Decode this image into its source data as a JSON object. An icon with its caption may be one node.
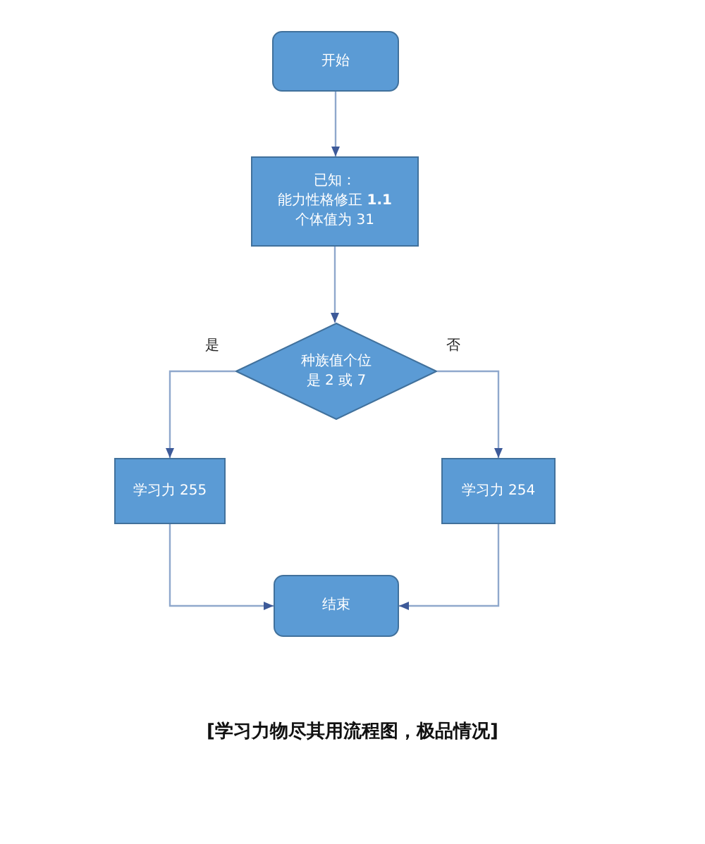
{
  "diagram": {
    "caption": "[学习力物尽其用流程图，极品情况]",
    "nodes": [
      {
        "text": [
          "开始"
        ]
      },
      {
        "text": [
          "已知：",
          "能力性格修正 **1.1**",
          "个体值为 31"
        ]
      },
      {
        "text": [
          "种族值个位",
          "是 2 或 7"
        ]
      },
      {
        "text": [
          "学习力 255"
        ]
      },
      {
        "text": [
          "学习力 254"
        ]
      },
      {
        "text": [
          "结束"
        ]
      }
    ],
    "edges": [
      {
        "from": 0,
        "to": 1,
        "arrow": "to"
      },
      {
        "from": 1,
        "to": 2,
        "arrow": "to"
      },
      {
        "from": 2,
        "to": 3,
        "arrow": "to",
        "label": "是"
      },
      {
        "from": 2,
        "to": 4,
        "arrow": "to",
        "label": "否"
      },
      {
        "from": 3,
        "to": 5,
        "arrow": "to"
      },
      {
        "from": 4,
        "to": 5,
        "arrow": "to"
      }
    ]
  }
}
